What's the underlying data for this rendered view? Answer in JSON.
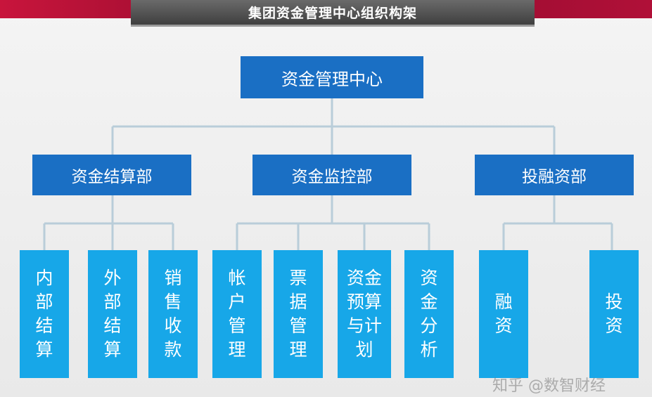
{
  "title": "集团资金管理中心组织构架",
  "root": "资金管理中心",
  "departments": [
    "资金结算部",
    "资金监控部",
    "投融资部"
  ],
  "leaves": [
    "内部结算",
    "外部结算",
    "销售收款",
    "帐户管理",
    "票据管理",
    "资金预算与计划",
    "资金分析",
    "融资",
    "投资"
  ],
  "watermark": "知乎 @数智财经",
  "colors": {
    "root": "#1a6fc4",
    "department": "#1a6fc4",
    "leaf": "#17a7e8",
    "connector": "#b9cdd9"
  }
}
